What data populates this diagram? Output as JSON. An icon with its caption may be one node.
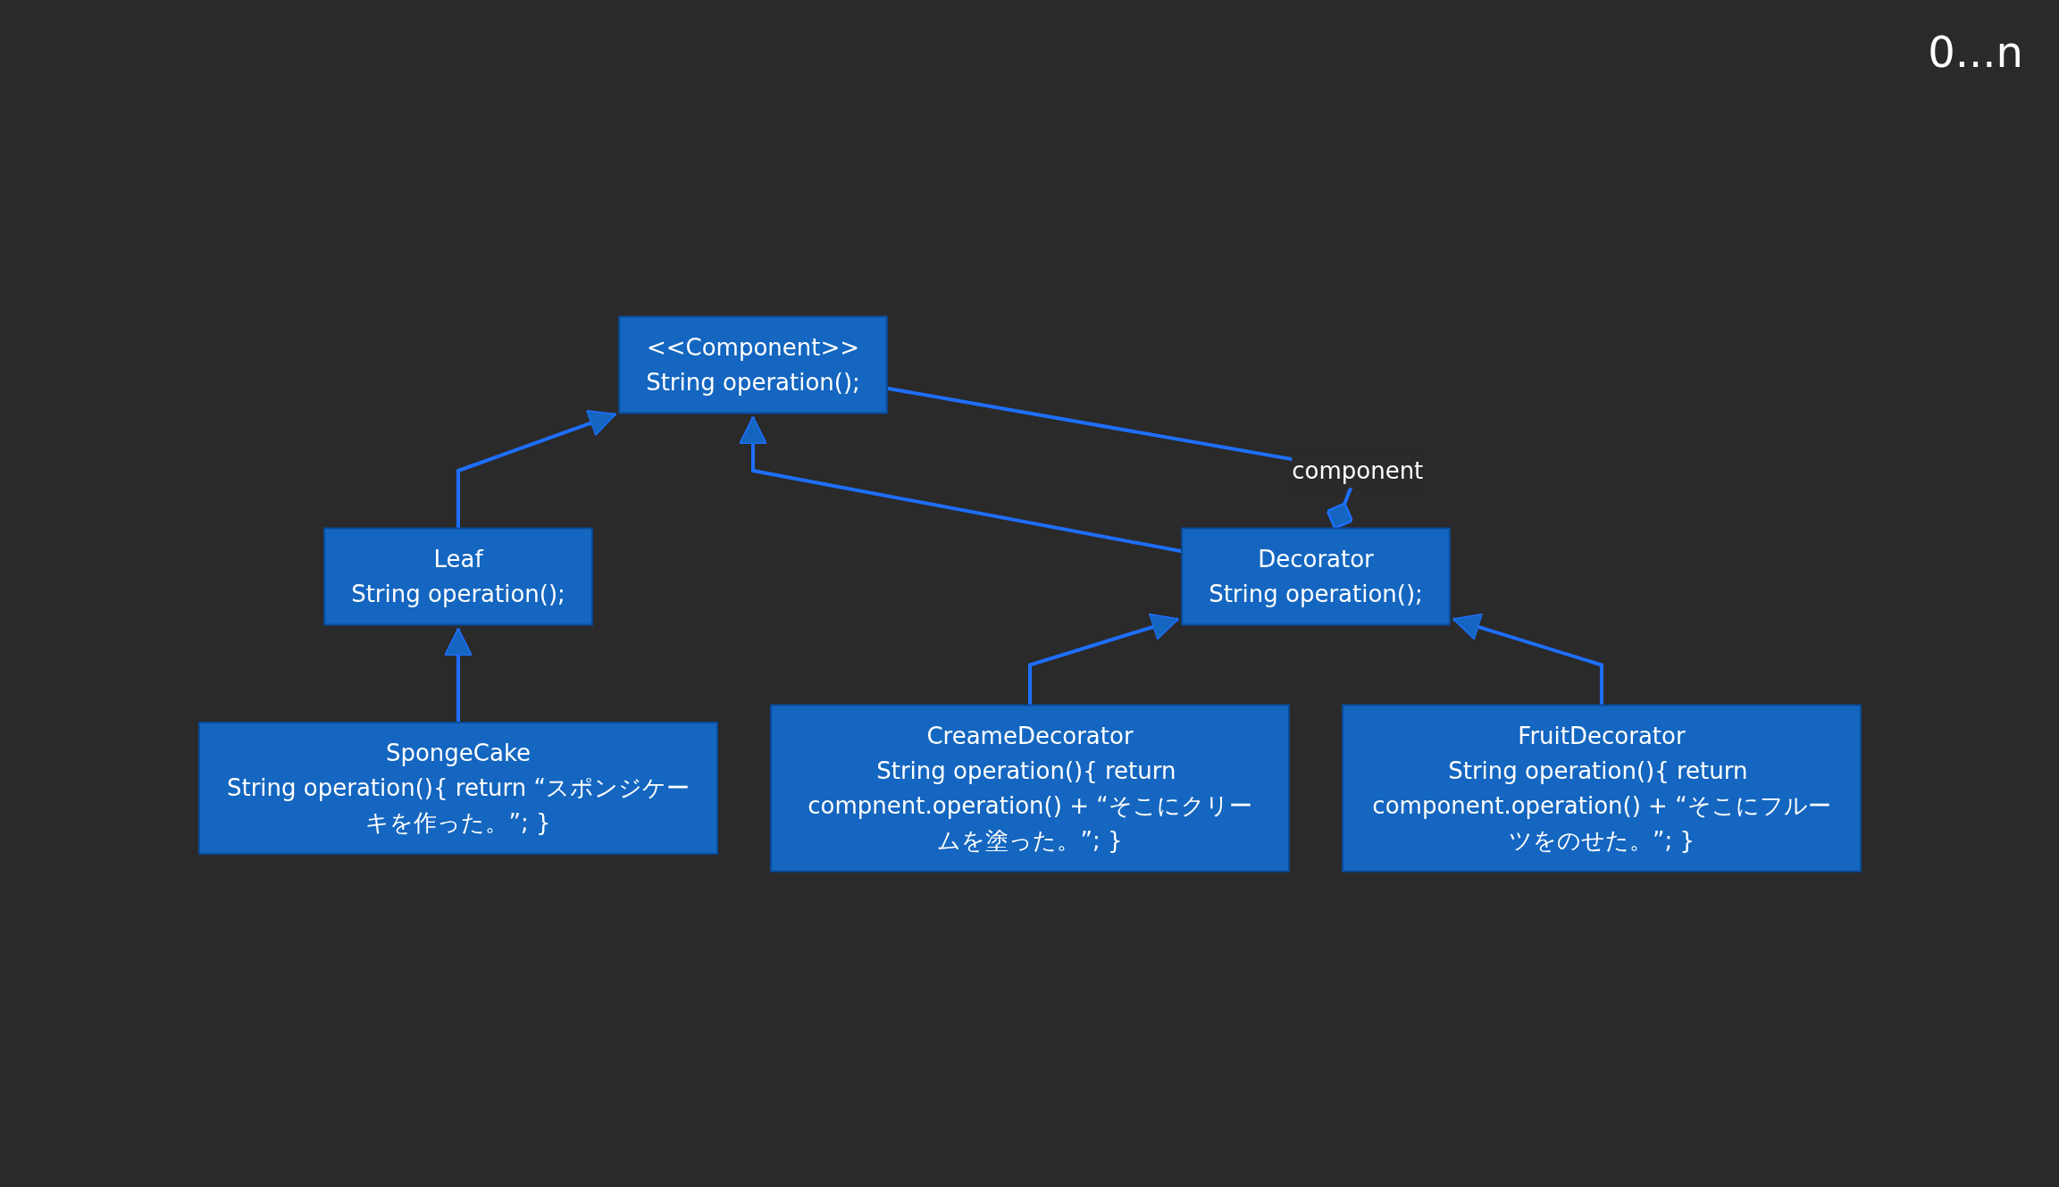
{
  "diagram": {
    "nodes": [
      {
        "text": [
          "<<Component>>",
          "String operation();"
        ]
      },
      {
        "text": [
          "Leaf",
          "String operation();"
        ]
      },
      {
        "text": [
          "Decorator",
          "String operation();"
        ]
      },
      {
        "text": [
          "SpongeCake",
          "String operation(){ return “スポンジケーキを作った。”; }"
        ]
      },
      {
        "text": [
          "CreameDecorator",
          "String operation(){ return compnent.operation() + “そこにクリームを塗った。”; }"
        ]
      },
      {
        "text": [
          "FruitDecorator",
          "String operation(){ return component.operation() + “そこにフルーツをのせた。”; }"
        ]
      }
    ],
    "edges": [
      {
        "from": 1,
        "to": 0,
        "arrow": "to"
      },
      {
        "from": 2,
        "to": 0,
        "arrow": "to"
      },
      {
        "from": 2,
        "to": 0,
        "arrow": "other",
        "label": "component"
      },
      {
        "from": 3,
        "to": 1,
        "arrow": "to"
      },
      {
        "from": 4,
        "to": 2,
        "arrow": "to"
      },
      {
        "from": 5,
        "to": 2,
        "arrow": "to"
      }
    ],
    "labels": [
      "0...n"
    ]
  }
}
